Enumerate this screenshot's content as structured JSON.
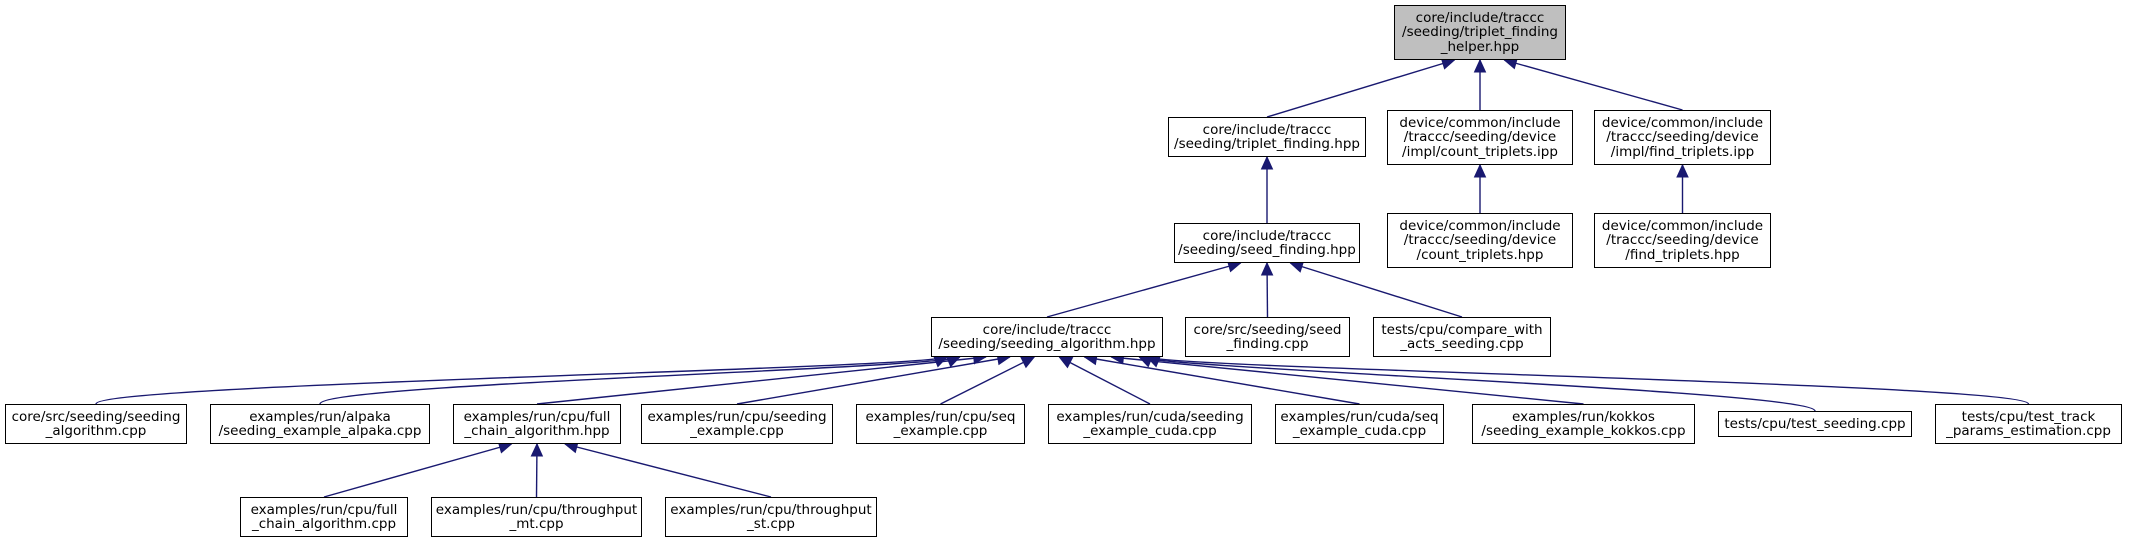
{
  "colors": {
    "edge": "#191970",
    "root_fill": "#bfbfbf",
    "node_fill": "#ffffff",
    "border": "#000000"
  },
  "nodes": [
    {
      "id": "n0",
      "lines": [
        "core/include/traccc",
        "/seeding/triplet_finding",
        "_helper.hpp"
      ]
    },
    {
      "id": "n1",
      "lines": [
        "core/include/traccc",
        "/seeding/triplet_finding.hpp"
      ]
    },
    {
      "id": "n2",
      "lines": [
        "device/common/include",
        "/traccc/seeding/device",
        "/impl/count_triplets.ipp"
      ]
    },
    {
      "id": "n3",
      "lines": [
        "device/common/include",
        "/traccc/seeding/device",
        "/impl/find_triplets.ipp"
      ]
    },
    {
      "id": "n4",
      "lines": [
        "core/include/traccc",
        "/seeding/seed_finding.hpp"
      ]
    },
    {
      "id": "n5",
      "lines": [
        "device/common/include",
        "/traccc/seeding/device",
        "/count_triplets.hpp"
      ]
    },
    {
      "id": "n6",
      "lines": [
        "device/common/include",
        "/traccc/seeding/device",
        "/find_triplets.hpp"
      ]
    },
    {
      "id": "n7",
      "lines": [
        "core/include/traccc",
        "/seeding/seeding_algorithm.hpp"
      ]
    },
    {
      "id": "n8",
      "lines": [
        "core/src/seeding/seed",
        "_finding.cpp"
      ]
    },
    {
      "id": "n9",
      "lines": [
        "tests/cpu/compare_with",
        "_acts_seeding.cpp"
      ]
    },
    {
      "id": "n10",
      "lines": [
        "core/src/seeding/seeding",
        "_algorithm.cpp"
      ]
    },
    {
      "id": "n11",
      "lines": [
        "examples/run/alpaka",
        "/seeding_example_alpaka.cpp"
      ]
    },
    {
      "id": "n12",
      "lines": [
        "examples/run/cpu/full",
        "_chain_algorithm.hpp"
      ]
    },
    {
      "id": "n13",
      "lines": [
        "examples/run/cpu/seeding",
        "_example.cpp"
      ]
    },
    {
      "id": "n14",
      "lines": [
        "examples/run/cpu/seq",
        "_example.cpp"
      ]
    },
    {
      "id": "n15",
      "lines": [
        "examples/run/cuda/seeding",
        "_example_cuda.cpp"
      ]
    },
    {
      "id": "n16",
      "lines": [
        "examples/run/cuda/seq",
        "_example_cuda.cpp"
      ]
    },
    {
      "id": "n17",
      "lines": [
        "examples/run/kokkos",
        "/seeding_example_kokkos.cpp"
      ]
    },
    {
      "id": "n18",
      "lines": [
        "tests/cpu/test_seeding.cpp"
      ]
    },
    {
      "id": "n19",
      "lines": [
        "tests/cpu/test_track",
        "_params_estimation.cpp"
      ]
    },
    {
      "id": "n20",
      "lines": [
        "examples/run/cpu/full",
        "_chain_algorithm.cpp"
      ]
    },
    {
      "id": "n21",
      "lines": [
        "examples/run/cpu/throughput",
        "_mt.cpp"
      ]
    },
    {
      "id": "n22",
      "lines": [
        "examples/run/cpu/throughput",
        "_st.cpp"
      ]
    }
  ],
  "edges": [
    {
      "from": "n1",
      "to": "n0"
    },
    {
      "from": "n2",
      "to": "n0"
    },
    {
      "from": "n3",
      "to": "n0"
    },
    {
      "from": "n4",
      "to": "n1"
    },
    {
      "from": "n5",
      "to": "n2"
    },
    {
      "from": "n6",
      "to": "n3"
    },
    {
      "from": "n7",
      "to": "n4"
    },
    {
      "from": "n8",
      "to": "n4"
    },
    {
      "from": "n9",
      "to": "n4"
    },
    {
      "from": "n10",
      "to": "n7"
    },
    {
      "from": "n11",
      "to": "n7"
    },
    {
      "from": "n12",
      "to": "n7"
    },
    {
      "from": "n13",
      "to": "n7"
    },
    {
      "from": "n14",
      "to": "n7"
    },
    {
      "from": "n15",
      "to": "n7"
    },
    {
      "from": "n16",
      "to": "n7"
    },
    {
      "from": "n17",
      "to": "n7"
    },
    {
      "from": "n18",
      "to": "n7"
    },
    {
      "from": "n19",
      "to": "n7"
    },
    {
      "from": "n20",
      "to": "n12"
    },
    {
      "from": "n21",
      "to": "n12"
    },
    {
      "from": "n22",
      "to": "n12"
    }
  ]
}
